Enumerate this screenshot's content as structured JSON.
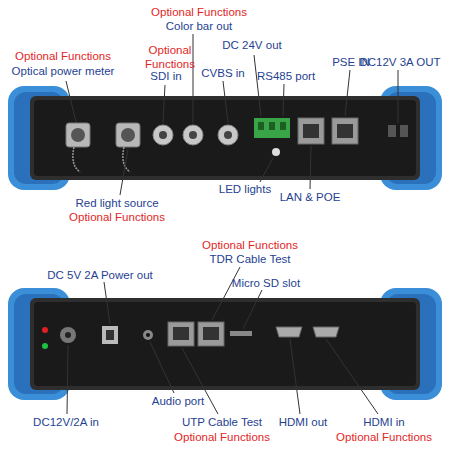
{
  "diagram": {
    "labels": [
      "Optional Functions",
      "Color bar out",
      "Optional Functions",
      "Optical power meter",
      "Optional Functions",
      "SDI in",
      "DC 24V out",
      "CVBS in",
      "RS485 port",
      "PSE IN",
      "DC12V 3A OUT",
      "LED lights",
      "LAN & POE",
      "Red light source",
      "Optional Functions",
      "Optional Functions",
      "TDR Cable Test",
      "Micro SD slot",
      "DC 5V 2A Power out",
      "DC12V/2A in",
      "Audio port",
      "UTP Cable Test",
      "Optional Functions",
      "HDMI out",
      "HDMI in",
      "Optional Functions"
    ]
  }
}
